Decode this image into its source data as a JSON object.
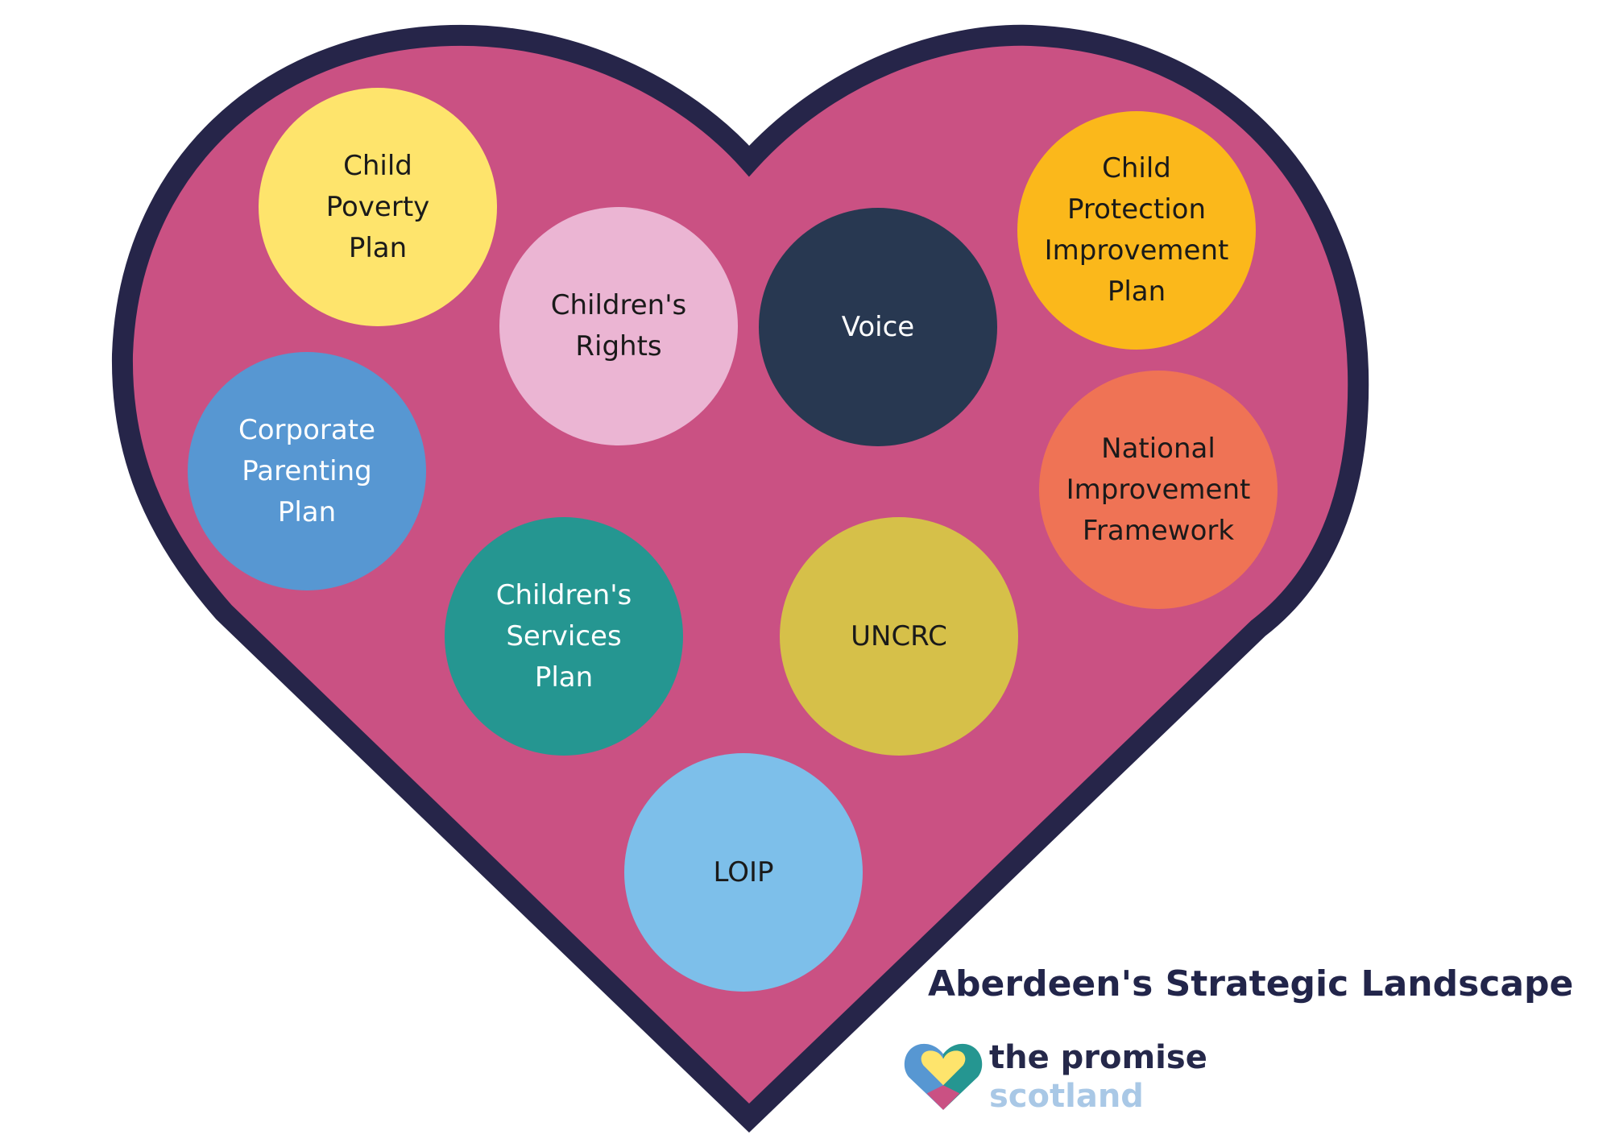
{
  "colors": {
    "heart_fill": "#ca5183",
    "heart_outline": "#262549",
    "title": "#22254a"
  },
  "bubbles": [
    {
      "id": "child-poverty-plan",
      "label": "Child\nPoverty\nPlan",
      "fill": "#fee46c",
      "text_color": "#1a1a1a"
    },
    {
      "id": "childrens-rights",
      "label": "Children's\nRights",
      "fill": "#ebb5d3",
      "text_color": "#1a1a1a"
    },
    {
      "id": "voice",
      "label": "Voice",
      "fill": "#283851",
      "text_color": "#ffffff"
    },
    {
      "id": "child-protection-improvement-plan",
      "label": "Child\nProtection\nImprovement\nPlan",
      "fill": "#fbb81b",
      "text_color": "#1a1a1a"
    },
    {
      "id": "corporate-parenting-plan",
      "label": "Corporate\nParenting\nPlan",
      "fill": "#5797d2",
      "text_color": "#ffffff"
    },
    {
      "id": "national-improvement-framework",
      "label": "National\nImprovement\nFramework",
      "fill": "#ef7355",
      "text_color": "#1a1a1a"
    },
    {
      "id": "childrens-services-plan",
      "label": "Children's\nServices\nPlan",
      "fill": "#259691",
      "text_color": "#ffffff"
    },
    {
      "id": "uncrc",
      "label": "UNCRC",
      "fill": "#d6c049",
      "text_color": "#1a1a1a"
    },
    {
      "id": "loip",
      "label": "LOIP",
      "fill": "#7dbfea",
      "text_color": "#1a1a1a"
    }
  ],
  "title": "Aberdeen's Strategic Landscape",
  "brand": {
    "line1": "the promise",
    "line2": "scotland",
    "logo_colors": [
      "#5797d2",
      "#259691",
      "#fee46c",
      "#ca5183"
    ]
  }
}
